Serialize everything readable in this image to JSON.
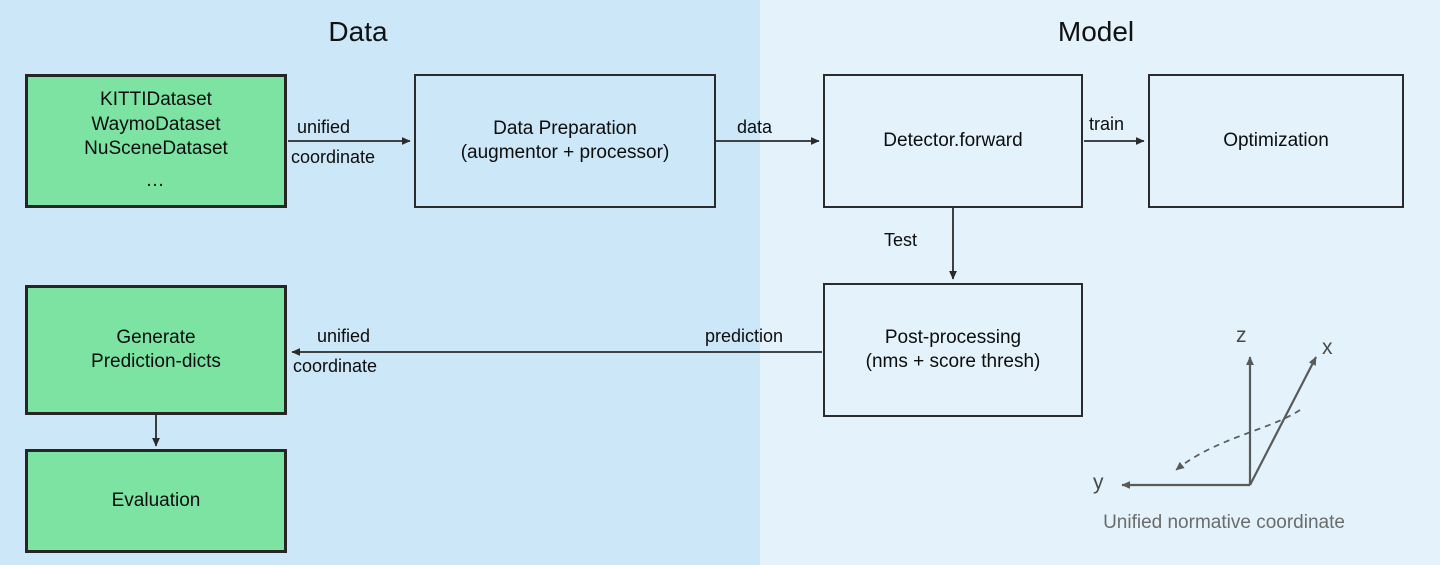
{
  "diagram": {
    "title_data": "Data",
    "title_model": "Model",
    "colors": {
      "background_left": "#cbe7f8",
      "background_right": "#e3f2fb",
      "node_green_fill": "#7ce3a3",
      "node_border": "#262626",
      "axis_stroke": "#5a5a5a",
      "caption_text": "#6b6b6b"
    },
    "nodes": {
      "datasets": {
        "lines": [
          "KITTIDataset",
          "WaymoDataset",
          "NuSceneDataset"
        ],
        "ellipsis": "…"
      },
      "data_preparation": {
        "line1": "Data Preparation",
        "line2": "(augmentor + processor)"
      },
      "detector_forward": {
        "line1": "Detector.forward"
      },
      "optimization": {
        "line1": "Optimization"
      },
      "post_processing": {
        "line1": "Post-processing",
        "line2": "(nms + score thresh)"
      },
      "generate_prediction_dicts": {
        "line1": "Generate",
        "line2": "Prediction-dicts"
      },
      "evaluation": {
        "line1": "Evaluation"
      }
    },
    "edges": {
      "datasets_to_prep_top": "unified",
      "datasets_to_prep_bottom": "coordinate",
      "prep_to_detector": "data",
      "detector_to_optimization": "train",
      "detector_to_postproc": "Test",
      "postproc_to_generate": "prediction",
      "postproc_to_generate_top": "unified",
      "postproc_to_generate_bottom": "coordinate"
    },
    "axes_widget": {
      "label_x": "x",
      "label_y": "y",
      "label_z": "z",
      "caption": "Unified normative coordinate"
    }
  }
}
